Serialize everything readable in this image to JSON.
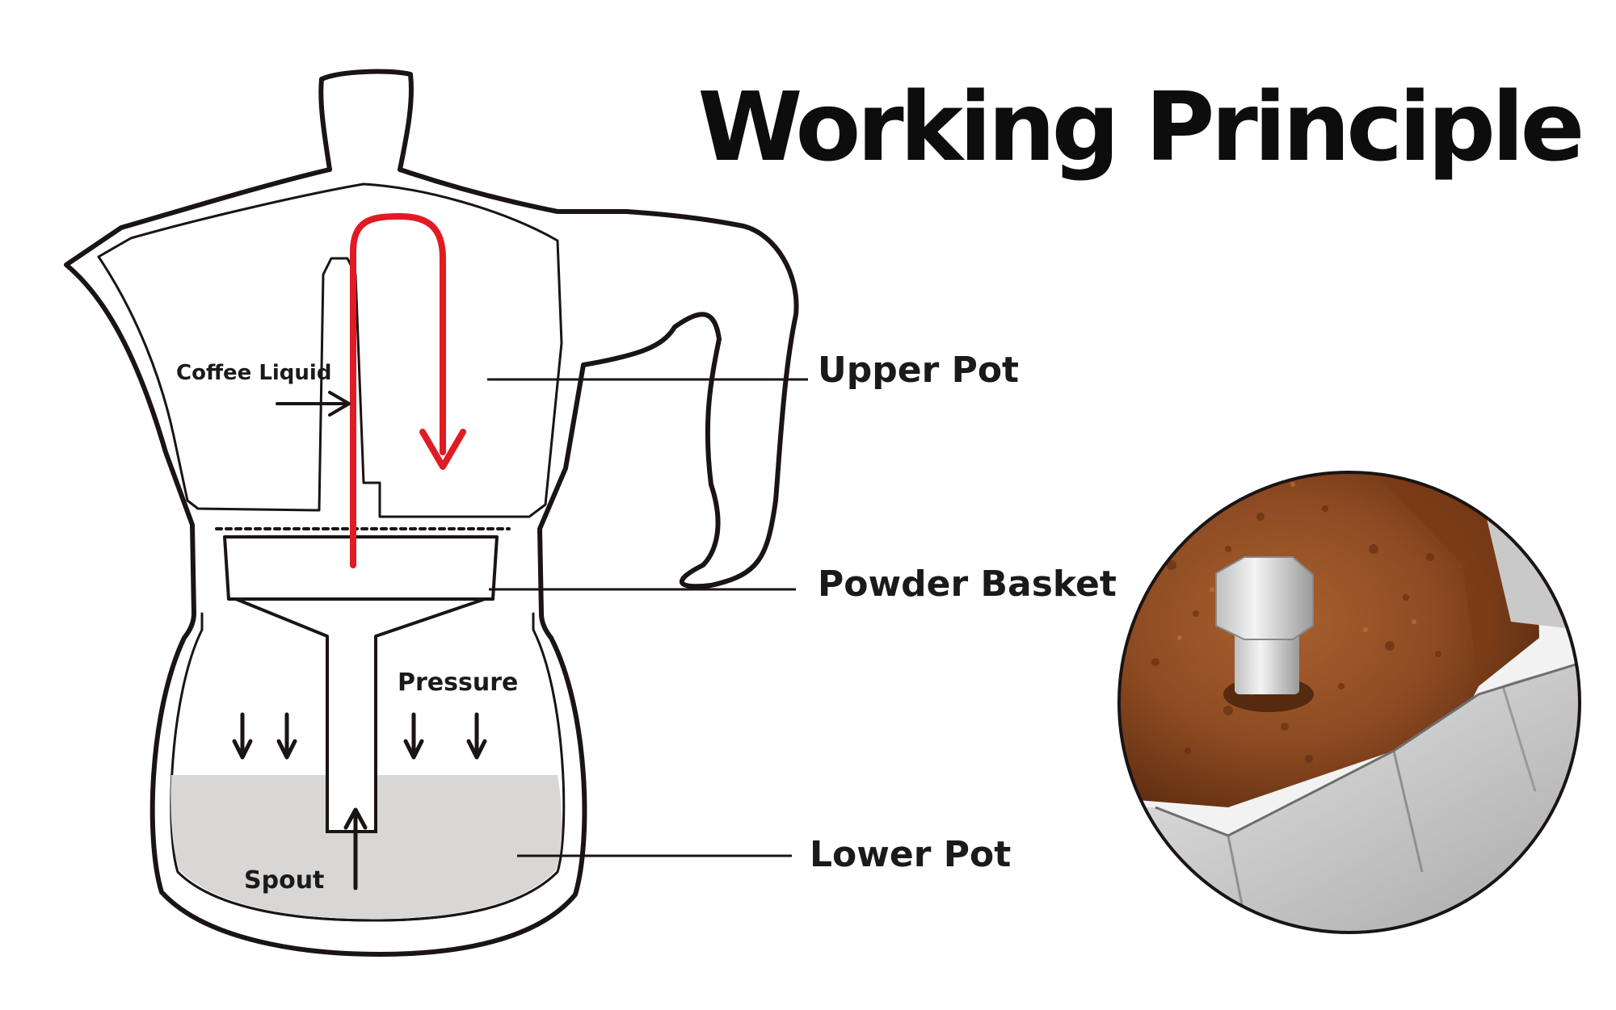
{
  "title": "Working Principle",
  "labels": {
    "upper_pot": "Upper Pot",
    "powder_basket": "Powder Basket",
    "lower_pot": "Lower Pot",
    "coffee_liquid": "Coffee Liquid",
    "pressure": "Pressure",
    "spout": "Spout"
  },
  "colors": {
    "outline": "#1a1414",
    "flow_arrow": "#e01b24",
    "water": "#d9d6d6",
    "coffee": "#8b4a22",
    "metal": "#cfcfcf"
  },
  "photo": {
    "subject": "close-up of moka pot upper chamber with brewed coffee crema"
  }
}
